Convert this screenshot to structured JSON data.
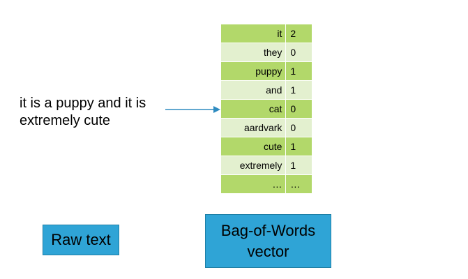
{
  "raw_text": {
    "lines": [
      "it is a puppy and it is",
      "extremely cute"
    ]
  },
  "vector": {
    "rows": [
      {
        "word": "it",
        "count": "2"
      },
      {
        "word": "they",
        "count": "0"
      },
      {
        "word": "puppy",
        "count": "1"
      },
      {
        "word": "and",
        "count": "1"
      },
      {
        "word": "cat",
        "count": "0"
      },
      {
        "word": "aardvark",
        "count": "0"
      },
      {
        "word": "cute",
        "count": "1"
      },
      {
        "word": "extremely",
        "count": "1"
      },
      {
        "word": "…",
        "count": "…"
      }
    ]
  },
  "labels": {
    "raw_text": "Raw text",
    "bow_line1": "Bag-of-Words",
    "bow_line2": "vector"
  },
  "colors": {
    "row_dark": "#b2d86a",
    "row_light": "#e3f0cf",
    "label_fill": "#2fa4d6",
    "arrow": "#2e8bc0"
  }
}
